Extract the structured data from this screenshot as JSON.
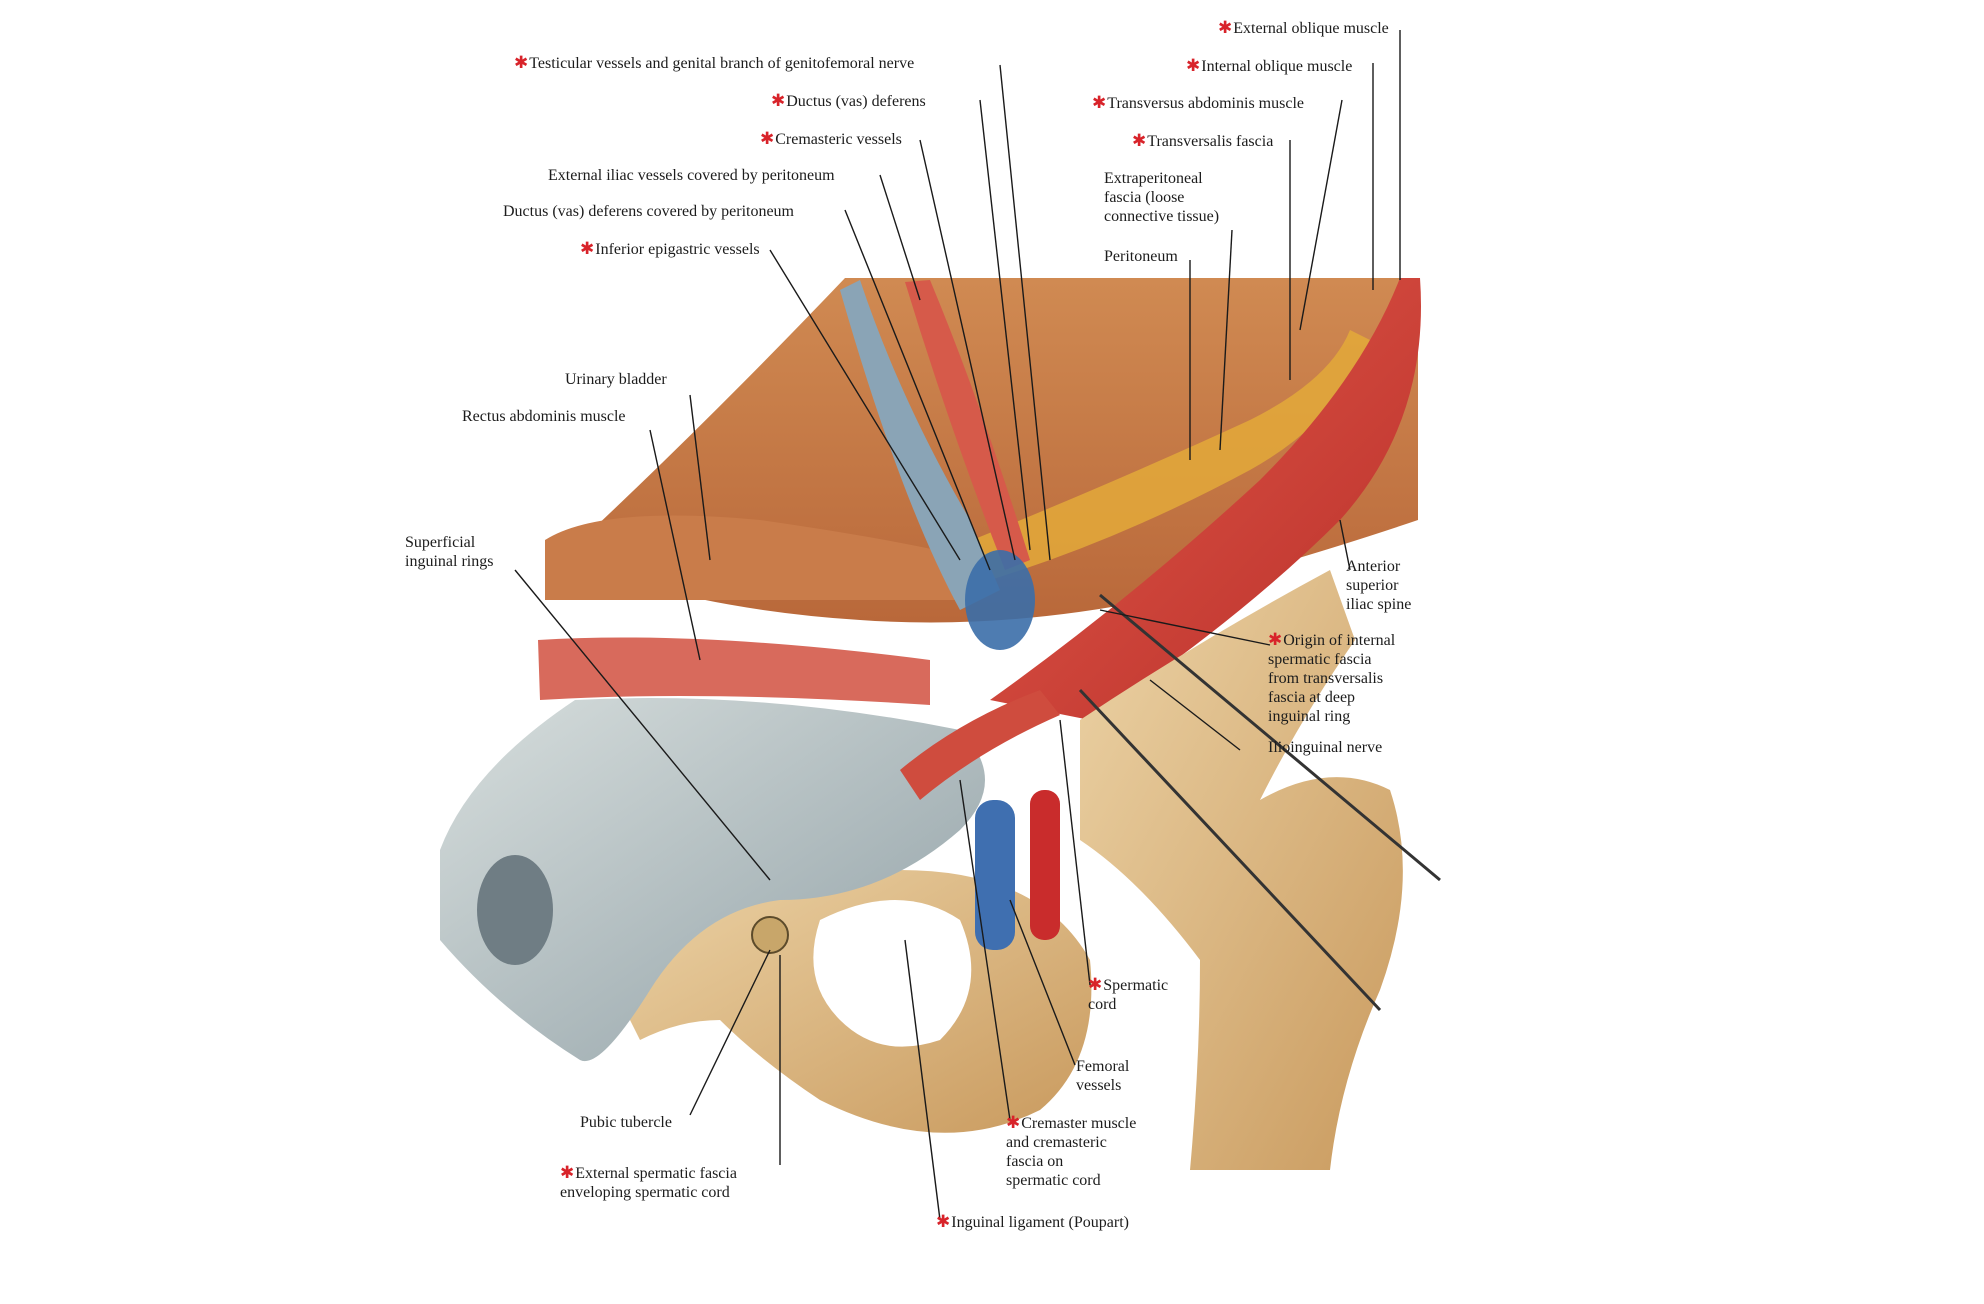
{
  "labels": {
    "external_oblique": "External oblique muscle",
    "internal_oblique": "Internal oblique muscle",
    "transversus": "Transversus abdominis muscle",
    "transversalis_fascia": "Transversalis fascia",
    "testicular_vessels": "Testicular vessels and genital branch of genitofemoral nerve",
    "ductus_deferens": "Ductus (vas) deferens",
    "cremasteric_vessels": "Cremasteric vessels",
    "external_iliac": "External iliac vessels covered by peritoneum",
    "ductus_peritoneum": "Ductus (vas) deferens covered by peritoneum",
    "inferior_epigastric": "Inferior epigastric vessels",
    "extraperitoneal_fascia": "Extraperitoneal\nfascia (loose\nconnective tissue)",
    "peritoneum": "Peritoneum",
    "urinary_bladder": "Urinary bladder",
    "rectus_abdominis": "Rectus abdominis muscle",
    "superficial_rings": "Superficial\ninguinal rings",
    "anterior_superior_iliac_spine": "Anterior\nsuperior\niliac spine",
    "origin_internal_fascia": "Origin of internal\nspermatic fascia\nfrom transversalis\nfascia at deep\ninguinal ring",
    "ilioinguinal_nerve": "Ilioinguinal nerve",
    "spermatic_cord": "Spermatic\ncord",
    "femoral_vessels": "Femoral\nvessels",
    "cremaster_muscle": "Cremaster muscle\nand cremasteric\nfascia on\nspermatic cord",
    "pubic_tubercle": "Pubic tubercle",
    "external_spermatic_fascia": "External spermatic fascia\nenveloping spermatic cord",
    "inguinal_ligament": "Inguinal ligament (Poupart)"
  },
  "colors": {
    "asterisk": "#d8232a",
    "muscle": "#c9433a",
    "bone": "#d9b889",
    "vein": "#3f6fb0",
    "fascia": "#b9c6c9",
    "fat": "#e3a93a"
  }
}
